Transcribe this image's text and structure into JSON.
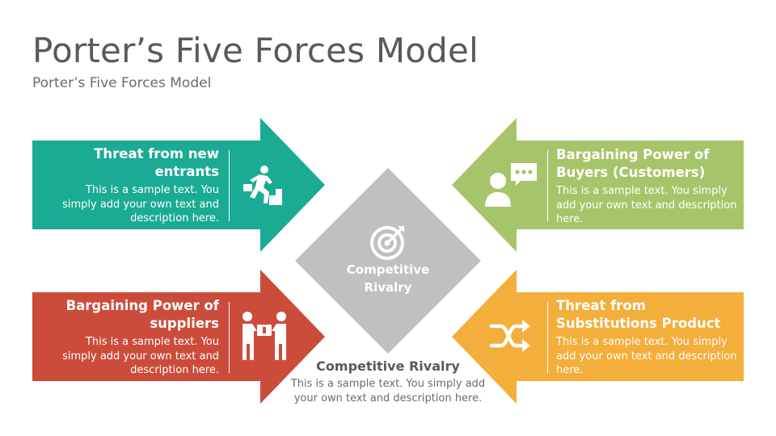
{
  "title": "Porter’s Five Forces Model",
  "subtitle": "Porter’s Five Forces Model",
  "colors": {
    "teal": "#1bab95",
    "green": "#a6c56a",
    "red": "#cc4c3c",
    "orange": "#f3ae3b",
    "gray": "#c0c0c0"
  },
  "forces": {
    "new_entrants": {
      "head": "Threat from new entrants",
      "body": "This is a sample text. You simply add your own text and description here.",
      "icon": "running-person-stairs-icon"
    },
    "buyers": {
      "head": "Bargaining Power of Buyers (Customers)",
      "body": "This is a sample text. You simply add your own text and description here.",
      "icon": "customer-speech-bubble-icon"
    },
    "suppliers": {
      "head": "Bargaining Power of suppliers",
      "body": "This is a sample text. You simply add your own text and description here.",
      "icon": "people-exchange-box-icon"
    },
    "substitutes": {
      "head": "Threat from Substitutions Product",
      "body": "This is a sample text. You simply add your own text and description here.",
      "icon": "shuffle-icon"
    }
  },
  "center": {
    "label": "Competitive Rivalry",
    "icon": "target-arrow-icon"
  },
  "rivalry": {
    "head": "Competitive Rivalry",
    "body": "This is a sample text. You simply add your own text and description here."
  }
}
